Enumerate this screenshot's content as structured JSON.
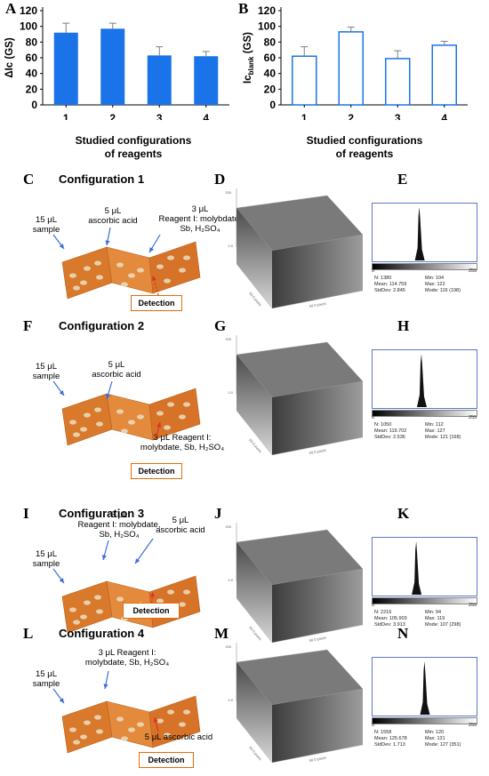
{
  "panels": {
    "A": "A",
    "B": "B",
    "C": "C",
    "D": "D",
    "E": "E",
    "F": "F",
    "G": "G",
    "H": "H",
    "I": "I",
    "J": "J",
    "K": "K",
    "L": "L",
    "M": "M",
    "N": "N"
  },
  "chart_data": [
    {
      "type": "bar",
      "panel": "A",
      "categories": [
        "1",
        "2",
        "3",
        "4"
      ],
      "values": [
        92,
        97,
        63,
        62
      ],
      "errors": [
        12,
        7,
        11,
        6
      ],
      "ylabel": "ΔIc (GS)",
      "xlabel_line1": "Studied configurations",
      "xlabel_line2": "of reagents",
      "ylim": [
        0,
        120
      ],
      "yticks": [
        "0",
        "20",
        "40",
        "60",
        "80",
        "100",
        "120"
      ],
      "fill": "#1a73e8",
      "style": "filled"
    },
    {
      "type": "bar",
      "panel": "B",
      "categories": [
        "1",
        "2",
        "3",
        "4"
      ],
      "values": [
        62,
        93,
        59,
        76
      ],
      "errors": [
        12,
        6,
        10,
        5
      ],
      "ylabel_main": "Ic",
      "ylabel_sub": "blank",
      "ylabel_unit": " (GS)",
      "xlabel_line1": "Studied configurations",
      "xlabel_line2": "of reagents",
      "ylim": [
        0,
        120
      ],
      "yticks": [
        "0",
        "20",
        "40",
        "60",
        "80",
        "100",
        "120"
      ],
      "fill": "#1a73e8",
      "style": "outline"
    }
  ],
  "configs": [
    {
      "title": "Configuration 1",
      "labels": {
        "sample": "15 μL\nsample",
        "ascorbic": "5 μL\nascorbic acid",
        "reagent": "3 μL\nReagent I: molybdate,\nSb, H₂SO₄"
      },
      "detection": "Detection",
      "hist": {
        "n": "N: 1380",
        "mean": "Mean: 114.759",
        "stddev": "StdDev: 2.845",
        "min": "Min: 104",
        "max": "Max: 122",
        "mode": "Mode: 116 (198)",
        "peak": 0.45
      },
      "plot_axis": [
        "255",
        "0.0",
        "50.0 pixels",
        "50.0 pixels"
      ]
    },
    {
      "title": "Configuration 2",
      "labels": {
        "sample": "15 μL\nsample",
        "ascorbic": "5 μL\nascorbic acid",
        "reagent": "3 μL  Reagent I:\nmolybdate, Sb, H₂SO₄"
      },
      "detection": "Detection",
      "hist": {
        "n": "N: 1050",
        "mean": "Mean: 119.702",
        "stddev": "StdDev: 2.536",
        "min": "Min: 112",
        "max": "Max: 127",
        "mode": "Mode: 121 (168)",
        "peak": 0.47
      },
      "plot_axis": [
        "255",
        "0.0",
        "50.0 pixels",
        "50.0 pixels"
      ]
    },
    {
      "title": "Configuration 3",
      "labels": {
        "sample": "15 μL\nsample",
        "ascorbic": "5 μL\nascorbic acid",
        "reagent": "3 μL\nReagent I: molybdate,\nSb, H₂SO₄"
      },
      "detection": "Detection",
      "hist": {
        "n": "N: 2216",
        "mean": "Mean: 105.903",
        "stddev": "StdDev: 3.913",
        "min": "Min: 94",
        "max": "Max: 119",
        "mode": "Mode: 107 (298)",
        "peak": 0.42
      },
      "plot_axis": [
        "255",
        "0.0",
        "50.0 pixels",
        "50.0 pixels"
      ]
    },
    {
      "title": "Configuration 4",
      "labels": {
        "sample": "15 μL\nsample",
        "ascorbic": "5 μL ascorbic acid",
        "reagent": "3 μL  Reagent I:\nmolybdate, Sb, H₂SO₄"
      },
      "detection": "Detection",
      "hist": {
        "n": "N: 1558",
        "mean": "Mean: 125.678",
        "stddev": "StdDev: 1.713",
        "min": "Min: 120",
        "max": "Max: 131",
        "mode": "Mode: 127 (351)",
        "peak": 0.5
      },
      "plot_axis": [
        "255",
        "0.0",
        "50.0 pixels",
        "50.0 pixels"
      ]
    }
  ],
  "hist_axis": {
    "min": "0",
    "max": "255"
  }
}
